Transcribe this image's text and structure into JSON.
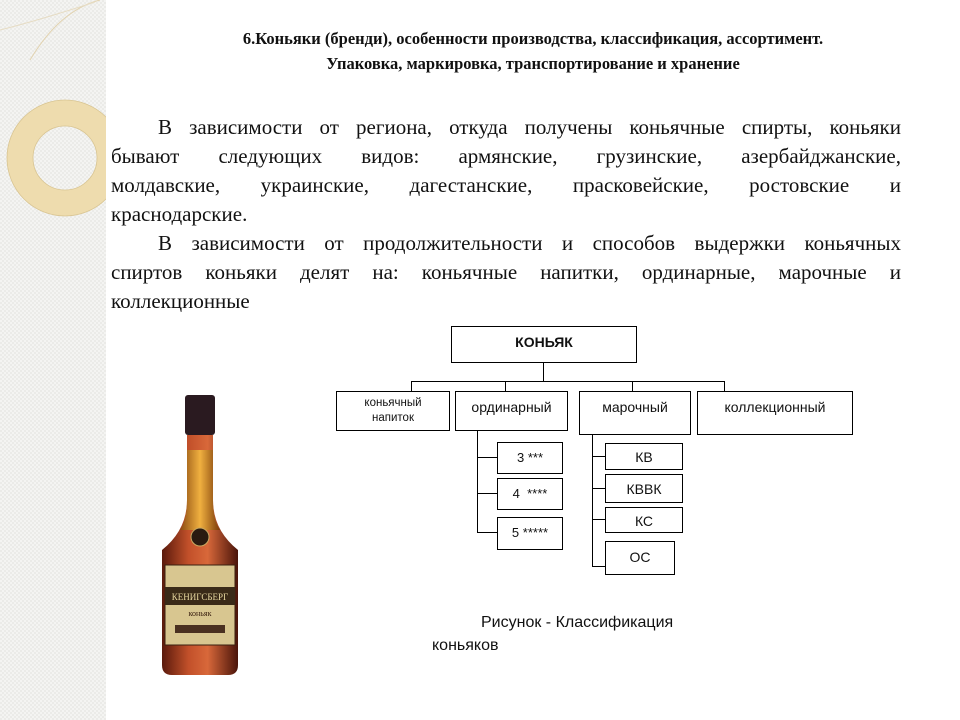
{
  "title": {
    "line1": "6.Коньяки (бренди), особенности производства, классификация, ассортимент.",
    "line2": "Упаковка, маркировка, транспортирование и хранение"
  },
  "body": {
    "paragraph1": [
      "В зависимости от региона, откуда получены коньячные спирты, коньяки",
      "бывают следующих видов: армянские, грузинские, азербайджанские,",
      "молдавские, украинские, дагестанские, прасковейские, ростовские и",
      "краснодарские."
    ],
    "paragraph2": [
      "В зависимости от продолжительности и способов выдержки коньячных",
      "спиртов коньяки делят на: коньячные напитки, ординарные, марочные и",
      "коллекционные"
    ]
  },
  "diagram": {
    "root": "КОНЬЯК",
    "categories": [
      "коньячный напиток",
      "ординарный",
      "марочный",
      "коллекционный"
    ],
    "ordinary_sub": [
      "3 ***",
      "4  ****",
      "5 *****"
    ],
    "vintage_sub": [
      "КВ",
      "КВВК",
      "КС",
      "ОС"
    ]
  },
  "caption": {
    "line1": "Рисунок - Классификация",
    "line2": "коньяков"
  },
  "image": {
    "label": "КЕНИГСБЕРГ коньяк"
  }
}
